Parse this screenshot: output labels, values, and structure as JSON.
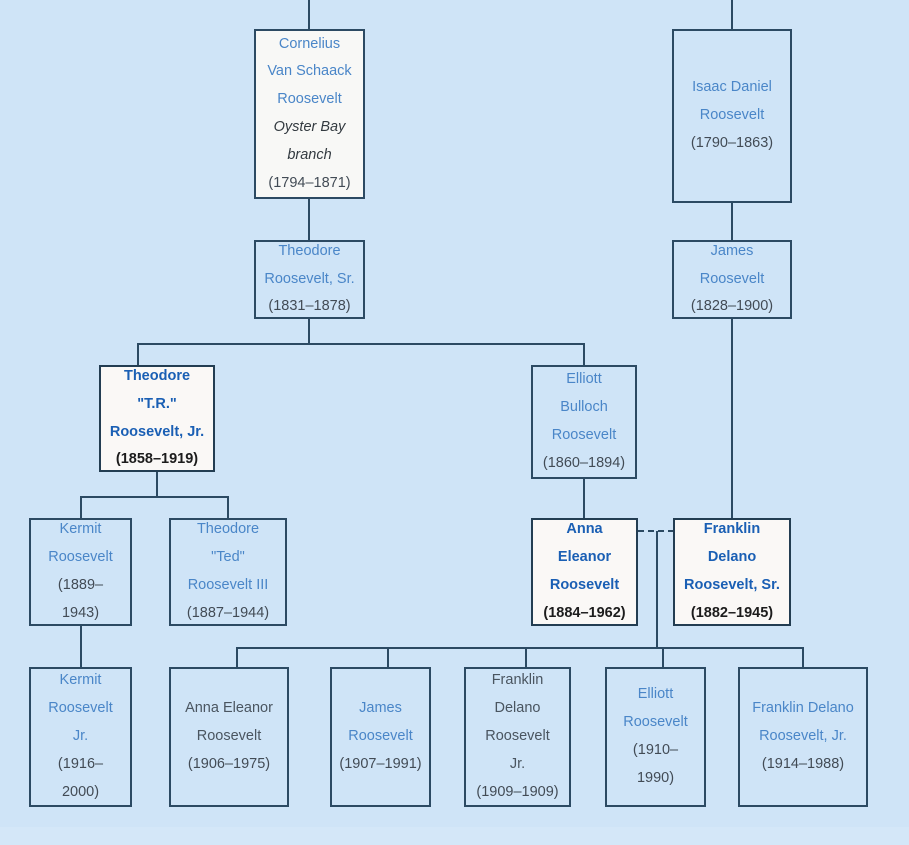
{
  "diagram": {
    "title": "Roosevelt family tree",
    "type": "family-tree",
    "background_color": "#cfe4f7",
    "line_color": "#2c4a63",
    "link_color": "#4a86c8",
    "highlight_link_color": "#1a5fb4",
    "plain_text_color": "#4a5560"
  },
  "nodes": {
    "cornelius": {
      "line1": "Cornelius",
      "line2": "Van Schaack",
      "line3": "Roosevelt",
      "line4": "Oyster Bay",
      "line5": "branch",
      "years": "(1794–1871)"
    },
    "isaac": {
      "line1": "Isaac Daniel",
      "line2": "Roosevelt",
      "years": "(1790–1863)"
    },
    "theodore_sr": {
      "line1": "Theodore",
      "line2": "Roosevelt, Sr.",
      "years": "(1831–1878)"
    },
    "james": {
      "line1": "James",
      "line2": "Roosevelt",
      "years": "(1828–1900)"
    },
    "tr": {
      "line1": "Theodore",
      "line2": "\"T.R.\"",
      "line3": "Roosevelt, Jr.",
      "years": "(1858–1919)"
    },
    "elliott_bulloch": {
      "line1": "Elliott",
      "line2": "Bulloch",
      "line3": "Roosevelt",
      "years": "(1860–1894)"
    },
    "kermit": {
      "line1": "Kermit",
      "line2": "Roosevelt",
      "line3": "(1889–",
      "line4": "1943)"
    },
    "ted": {
      "line1": "Theodore",
      "line2": "\"Ted\"",
      "line3": "Roosevelt III",
      "years": "(1887–1944)"
    },
    "eleanor": {
      "line1": "Anna",
      "line2": "Eleanor",
      "line3": "Roosevelt",
      "years": "(1884–1962)"
    },
    "fdr": {
      "line1": "Franklin",
      "line2": "Delano",
      "line3": "Roosevelt, Sr.",
      "years": "(1882–1945)"
    },
    "kermit_jr": {
      "line1": "Kermit",
      "line2": "Roosevelt",
      "line3": "Jr.",
      "line4": "(1916–",
      "line5": "2000)"
    },
    "anna_eleanor_jr": {
      "line1": "Anna Eleanor",
      "line2": "Roosevelt",
      "years": "(1906–1975)"
    },
    "james_jr": {
      "line1": "James",
      "line2": "Roosevelt",
      "years": "(1907–1991)"
    },
    "fdr_jr_1909": {
      "line1": "Franklin",
      "line2": "Delano",
      "line3": "Roosevelt",
      "line4": "Jr.",
      "years": "(1909–1909)"
    },
    "elliott_jr": {
      "line1": "Elliott",
      "line2": "Roosevelt",
      "line3": "(1910–",
      "line4": "1990)"
    },
    "fdr_jr_1914": {
      "line1": "Franklin Delano",
      "line2": "Roosevelt, Jr.",
      "years": "(1914–1988)"
    }
  }
}
